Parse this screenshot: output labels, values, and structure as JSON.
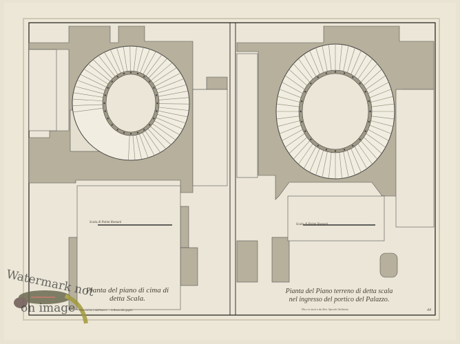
{
  "left_plan": {
    "caption_line1": "Pianta del piano di cima di",
    "caption_line2": "detta Scala.",
    "scale_label": "Scala di Palmi Romani",
    "credit": "Dis.o ed inc.o dall'autore ... in Roma alla guglia"
  },
  "right_plan": {
    "caption_line1": "Pianta del Piano terreno di detta scala",
    "caption_line2": "nel ingresso del portico del Palazzo.",
    "scale_label": "Scala di Palmi Romani",
    "credit": "Dis.o et incis.o da Alex. Specchi Architetto",
    "plate_number": "44"
  },
  "watermark": {
    "line1": "Watermark not",
    "line2": "on image"
  },
  "colors": {
    "paper": "#e9e3d4",
    "ink": "#3d3a30",
    "hatch": "#a8a390",
    "wall": "#b4ae9a"
  }
}
